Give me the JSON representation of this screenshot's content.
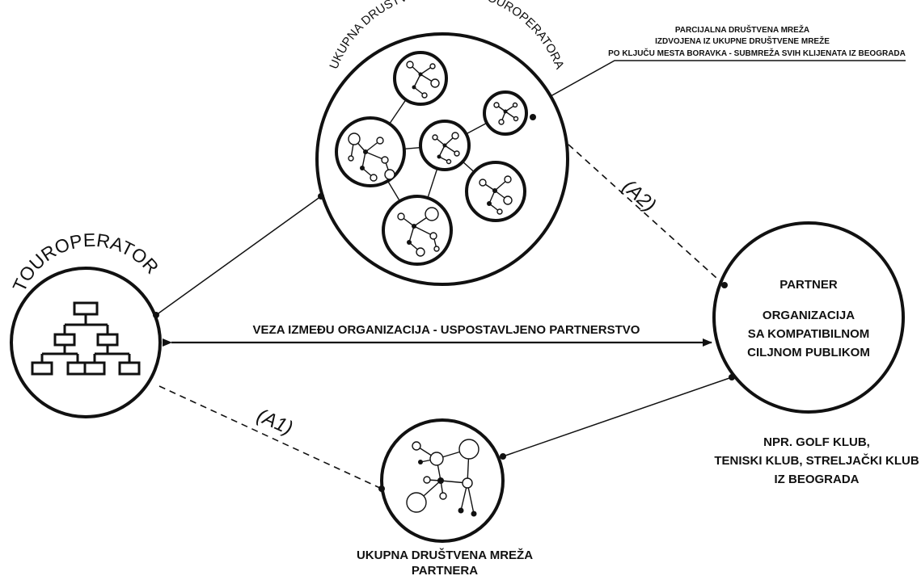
{
  "labels": {
    "touroperator": "TOUROPERATOR",
    "total_network": "UKUPNA DRUŠTVENA MREŽA TOUROPERATORA",
    "partial_line1": "PARCIJALNA DRUŠTVENA MREŽA",
    "partial_line2": "IZDVOJENA IZ UKUPNE DRUŠTVENE MREŽE",
    "partial_line3": "PO KLJUČU MESTA BORAVKA - SUBMREŽA SVIH KLIJENATA IZ BEOGRADA",
    "a2": "(A2)",
    "a1": "(A1)",
    "partner_title": "PARTNER",
    "partner_line1": "ORGANIZACIJA",
    "partner_line2": "SA KOMPATIBILNOM",
    "partner_line3": "CILJNOM PUBLIKOM",
    "relation": "VEZA IZMEĐU ORGANIZACIJA - USPOSTAVLJENO PARTNERSTVO",
    "example_line1": "NPR. GOLF KLUB,",
    "example_line2": "TENISKI KLUB, STRELJAČKI KLUB",
    "example_line3": "IZ BEOGRADA",
    "partner_network_line1": "UKUPNA DRUŠTVENA MREŽA",
    "partner_network_line2": "PARTNERA"
  }
}
